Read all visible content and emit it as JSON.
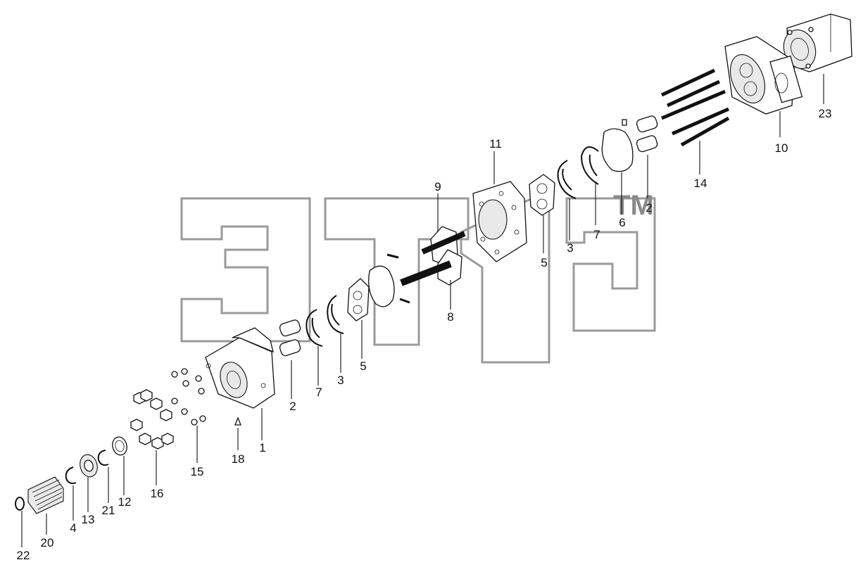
{
  "corner_text": "",
  "watermark": {
    "brand": "",
    "tm": "TM"
  },
  "part_labels": [
    {
      "id": "1",
      "text": "1"
    },
    {
      "id": "2a",
      "text": "2"
    },
    {
      "id": "2b",
      "text": "2"
    },
    {
      "id": "3a",
      "text": "3"
    },
    {
      "id": "3b",
      "text": "3"
    },
    {
      "id": "4",
      "text": "4"
    },
    {
      "id": "5a",
      "text": "5"
    },
    {
      "id": "5b",
      "text": "5"
    },
    {
      "id": "6",
      "text": "6"
    },
    {
      "id": "7a",
      "text": "7"
    },
    {
      "id": "7b",
      "text": "7"
    },
    {
      "id": "8",
      "text": "8"
    },
    {
      "id": "9",
      "text": "9"
    },
    {
      "id": "10",
      "text": "10"
    },
    {
      "id": "11",
      "text": "11"
    },
    {
      "id": "12",
      "text": "12"
    },
    {
      "id": "13",
      "text": "13"
    },
    {
      "id": "14",
      "text": "14"
    },
    {
      "id": "15",
      "text": "15"
    },
    {
      "id": "16",
      "text": "16"
    },
    {
      "id": "18",
      "text": "18"
    },
    {
      "id": "20",
      "text": "20"
    },
    {
      "id": "21",
      "text": "21"
    },
    {
      "id": "22",
      "text": "22"
    },
    {
      "id": "23",
      "text": "23"
    }
  ]
}
